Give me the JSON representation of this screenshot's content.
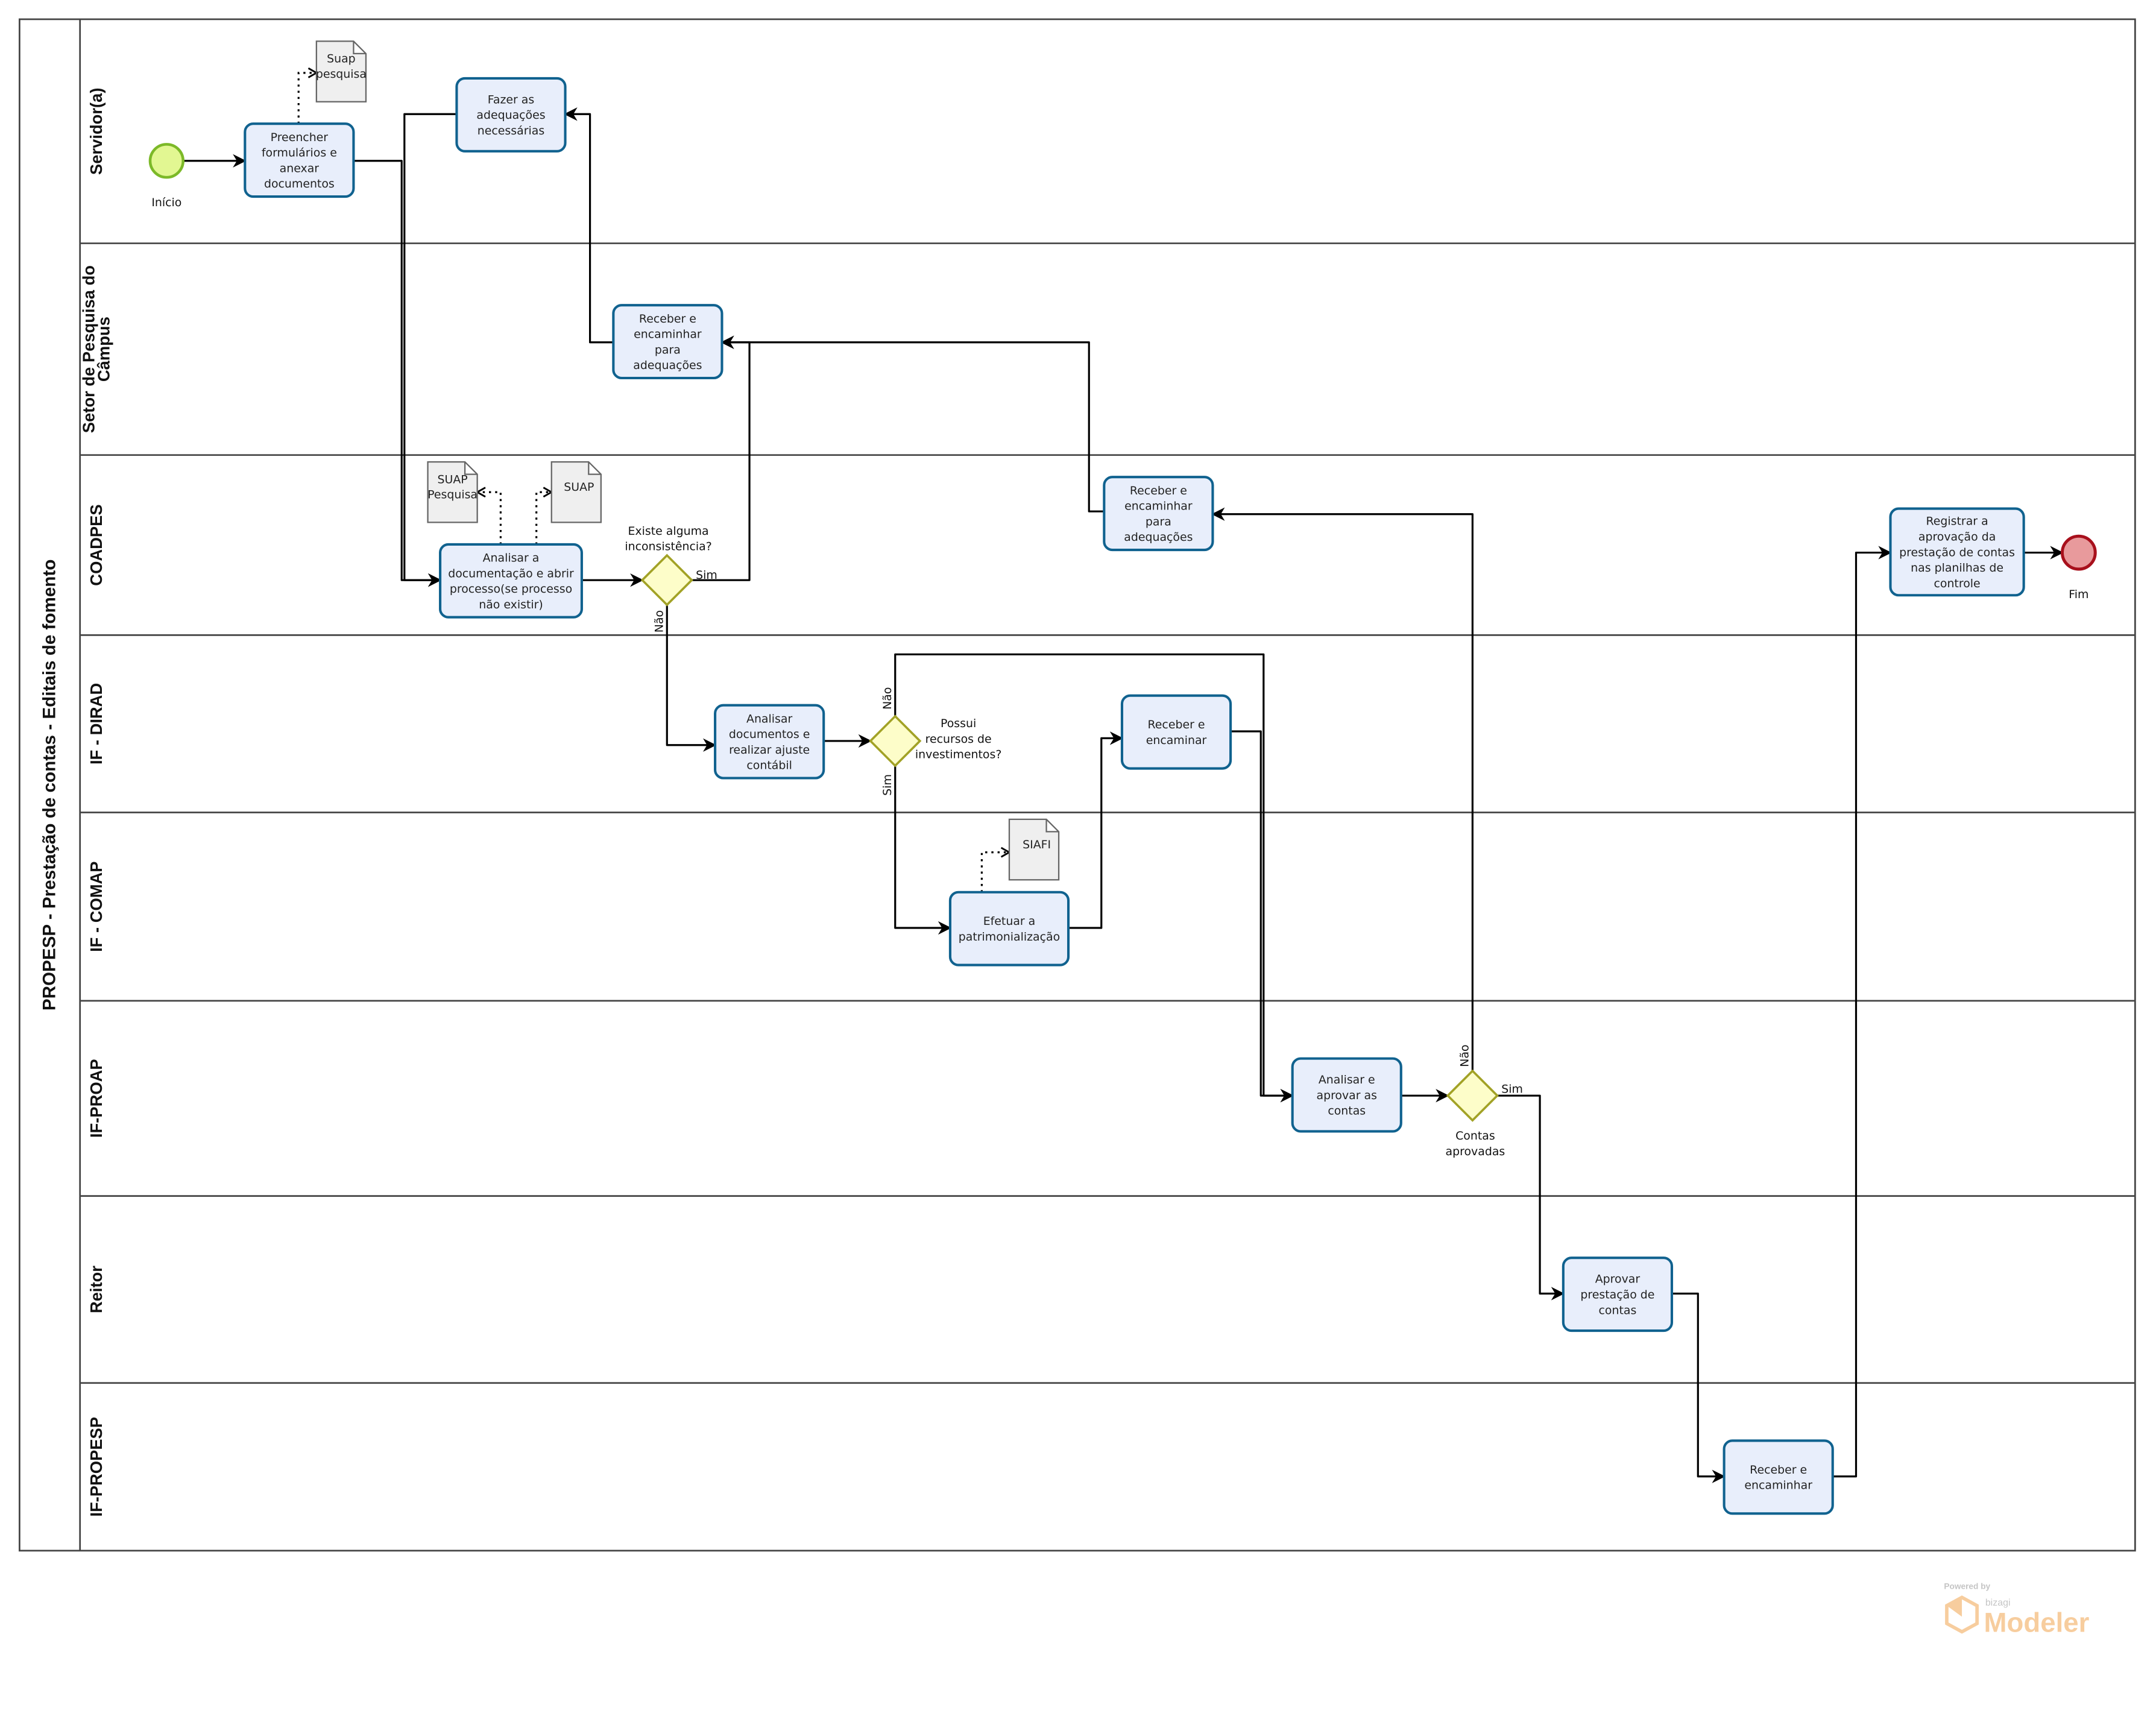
{
  "pool": {
    "title": "PROPESP - Prestação de contas - Editais de fomento"
  },
  "lanes": [
    {
      "label": [
        "Servidor(a)"
      ]
    },
    {
      "label": [
        "Setor de Pesquisa do",
        "Câmpus"
      ]
    },
    {
      "label": [
        "COADPES"
      ]
    },
    {
      "label": [
        "IF - DIRAD"
      ]
    },
    {
      "label": [
        "IF - COMAP"
      ]
    },
    {
      "label": [
        "IF-PROAP"
      ]
    },
    {
      "label": [
        "Reitor"
      ]
    },
    {
      "label": [
        "IF-PROPESP"
      ]
    }
  ],
  "events": {
    "start": {
      "label": "Início",
      "fill": "#e2f792",
      "stroke": "#7cb928"
    },
    "end": {
      "label": "Fim",
      "fill": "#e89a9c",
      "stroke": "#a8101c"
    }
  },
  "tasks": [
    {
      "id": "t1",
      "lines": [
        "Preencher",
        "formulários e",
        "anexar",
        "documentos"
      ]
    },
    {
      "id": "t2",
      "lines": [
        "Fazer as",
        "adequações",
        "necessárias"
      ]
    },
    {
      "id": "t3",
      "lines": [
        "Receber e",
        "encaminhar",
        "para",
        "adequações"
      ]
    },
    {
      "id": "t4",
      "lines": [
        "Analisar a",
        "documentação e abrir",
        "processo(se processo",
        "não existir)"
      ]
    },
    {
      "id": "t5",
      "lines": [
        "Receber e",
        "encaminhar",
        "para",
        "adequações"
      ]
    },
    {
      "id": "t6",
      "lines": [
        "Registrar a",
        "aprovação da",
        "prestação de contas",
        "nas planilhas de",
        "controle"
      ]
    },
    {
      "id": "t7",
      "lines": [
        "Analisar",
        "documentos e",
        "realizar ajuste",
        "contábil"
      ]
    },
    {
      "id": "t8",
      "lines": [
        "Receber e",
        "encaminar"
      ]
    },
    {
      "id": "t9",
      "lines": [
        "Efetuar a",
        "patrimonialização"
      ]
    },
    {
      "id": "t10",
      "lines": [
        "Analisar e",
        "aprovar as",
        "contas"
      ]
    },
    {
      "id": "t11",
      "lines": [
        "Aprovar",
        "prestação de",
        "contas"
      ]
    },
    {
      "id": "t12",
      "lines": [
        "Receber e",
        "encaminhar"
      ]
    }
  ],
  "task_colors": {
    "fill": "#e8eefb",
    "stroke": "#10628f"
  },
  "gateways": [
    {
      "id": "g1",
      "question": [
        "Existe alguma",
        "inconsistência?"
      ],
      "yes": "Sim",
      "no": "Não"
    },
    {
      "id": "g2",
      "question": [
        "Possui",
        "recursos de",
        "investimentos?"
      ],
      "yes": "Sim",
      "no": "Não"
    },
    {
      "id": "g3",
      "question": [
        "Contas",
        "aprovadas"
      ],
      "yes": "Sim",
      "no": "Não"
    }
  ],
  "gateway_colors": {
    "fill": "#fdfdc9",
    "stroke": "#a2a226"
  },
  "documents": [
    {
      "id": "d1",
      "lines": [
        "Suap",
        "pesquisa"
      ]
    },
    {
      "id": "d2",
      "lines": [
        "SUAP",
        "Pesquisa"
      ]
    },
    {
      "id": "d3",
      "lines": [
        "SUAP"
      ]
    },
    {
      "id": "d4",
      "lines": [
        "SIAFI"
      ]
    }
  ],
  "watermark": {
    "powered": "Powered by",
    "brand": "bizagi",
    "product": "Modeler",
    "color": "#f6c58e"
  }
}
